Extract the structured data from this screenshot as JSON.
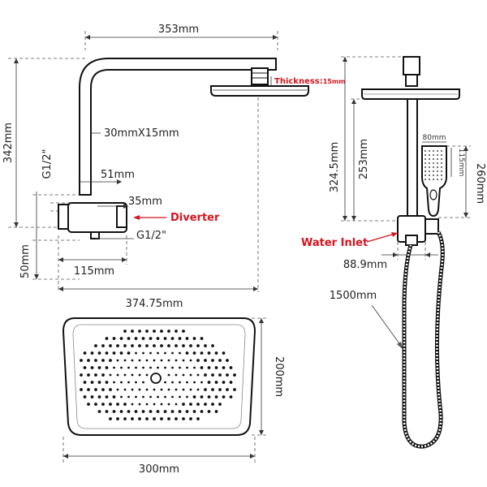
{
  "side_view": {
    "width_353": "353mm",
    "height_342": "342mm",
    "arm_section": "30mmX15mm",
    "thread_left": "G1/2\"",
    "dim_51": "51mm",
    "dim_35": "35mm",
    "diverter": "Diverter",
    "thread_bottom": "G1/2\"",
    "dim_50": "50mm",
    "dim_115": "115mm",
    "dim_37475": "374.75mm",
    "thickness_label": "Thickness:",
    "thickness_value": "15mm"
  },
  "front_view": {
    "height_3245": "324.5mm",
    "height_253": "253mm",
    "handheld_width": "80mm",
    "handheld_115": "115mm",
    "height_260": "260mm",
    "water_inlet": "Water Inlet",
    "dim_889": "88.9mm",
    "hose_1500": "1500mm"
  },
  "head_plan": {
    "width_300": "300mm",
    "height_200": "200mm"
  },
  "colors": {
    "annotation_red": "#d4141e",
    "line": "#111111"
  }
}
